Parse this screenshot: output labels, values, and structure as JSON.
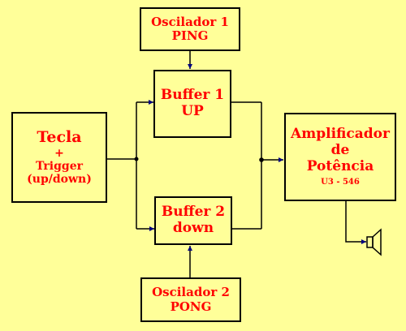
{
  "blocks": {
    "oscilador1": {
      "line1": "Oscilador 1",
      "line2": "PING"
    },
    "buffer1": {
      "line1": "Buffer 1",
      "line2": "UP"
    },
    "tecla": {
      "title": "Tecla",
      "plus": "+",
      "line1": "Trigger",
      "line2": "(up/down)"
    },
    "amplificador": {
      "line1": "Amplificador",
      "line2": "de",
      "line3": "Potência",
      "code": "U3 - 546"
    },
    "buffer2": {
      "line1": "Buffer 2",
      "line2": "down"
    },
    "oscilador2": {
      "line1": "Oscilador 2",
      "line2": "PONG"
    }
  },
  "colors": {
    "background": "#ffff99",
    "text": "#ff0000",
    "border": "#000000",
    "arrow": "#000080"
  },
  "icons": {
    "output": "speaker-icon"
  }
}
